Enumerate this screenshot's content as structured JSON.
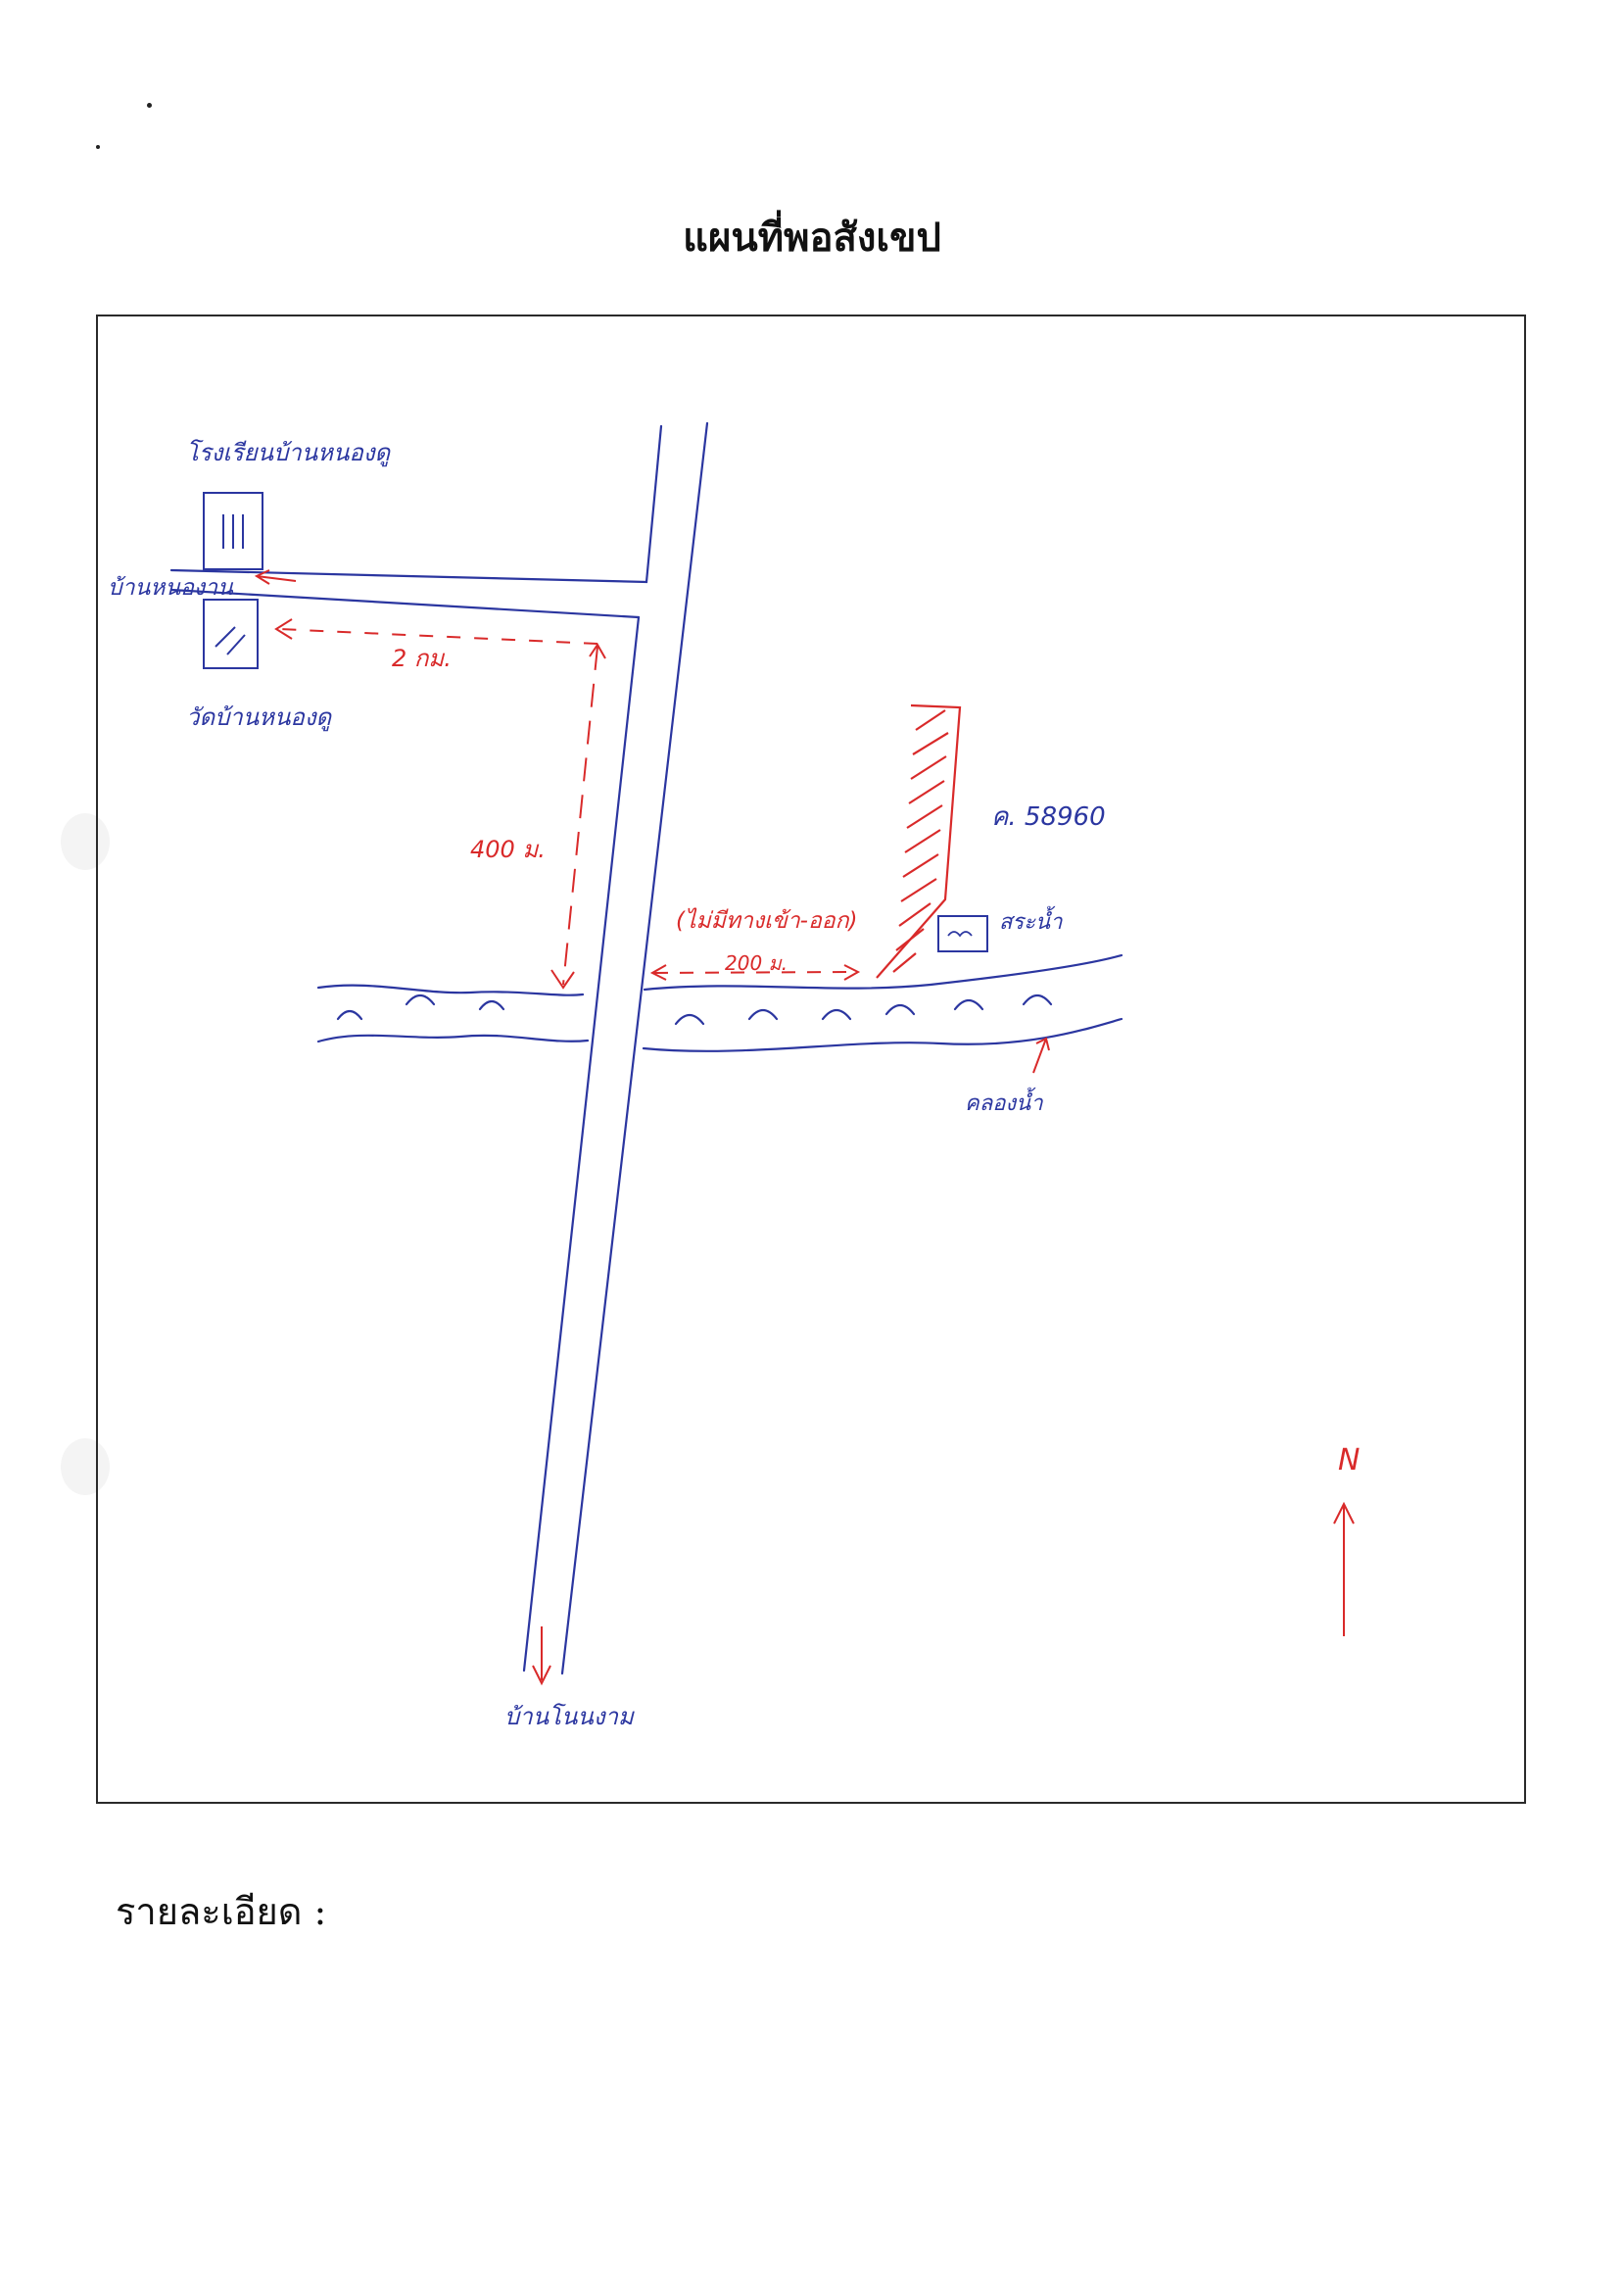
{
  "title": "แผนที่พอสังเขป",
  "details_label": "รายละเอียด :",
  "map": {
    "labels": {
      "school": "โรงเรียนบ้านหนองดู",
      "village_west": "บ้านหนองาน",
      "temple": "วัดบ้านหนองดู",
      "village_south": "บ้านโนนงาม",
      "parcel": "ค. 58960",
      "pond": "สระน้ำ",
      "canal": "คลองน้ำ",
      "no_access": "(ไม่มีทางเข้า-ออก)",
      "dist_2km": "2 กม.",
      "dist_400m": "400 ม.",
      "dist_200m": "200 ม.",
      "north": "N"
    },
    "colors": {
      "road_ink": "#2b36a0",
      "annotation_ink": "#d92a2a"
    },
    "icons": [
      "school-building-icon",
      "temple-icon",
      "pond-icon",
      "north-arrow-icon"
    ]
  }
}
